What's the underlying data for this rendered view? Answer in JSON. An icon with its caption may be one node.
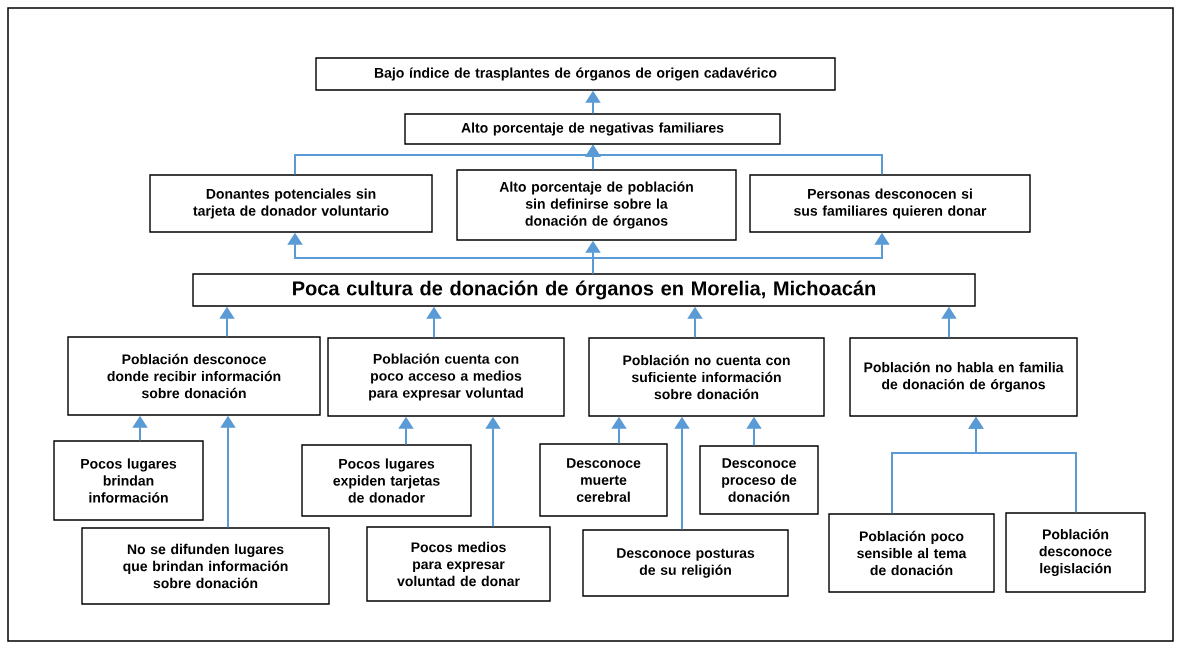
{
  "diagram": {
    "nodes": [
      {
        "text": [
          "Bajo índice de trasplantes de órganos de origen cadavérico"
        ]
      },
      {
        "text": [
          "Alto porcentaje de negativas familiares"
        ]
      },
      {
        "text": [
          "Donantes potenciales sin tarjeta de donador voluntario"
        ]
      },
      {
        "text": [
          "Alto porcentaje de población sin definirse sobre la donación de órganos"
        ]
      },
      {
        "text": [
          "Personas desconocen si sus familiares quieren donar"
        ]
      },
      {
        "text": [
          "Poca cultura de donación de órganos en Morelia, Michoacán"
        ]
      },
      {
        "text": [
          "Población desconoce donde recibir información sobre donación"
        ]
      },
      {
        "text": [
          "Población cuenta con poco acceso a medios para expresar voluntad"
        ]
      },
      {
        "text": [
          "Población no cuenta con suficiente información sobre donación"
        ]
      },
      {
        "text": [
          "Población no habla en familia de donación de órganos"
        ]
      },
      {
        "text": [
          "Pocos lugares brindan información"
        ]
      },
      {
        "text": [
          "No se difunden lugares que brindan información sobre donación"
        ]
      },
      {
        "text": [
          "Pocos lugares expiden tarjetas de donador"
        ]
      },
      {
        "text": [
          "Pocos medios para expresar voluntad de donar"
        ]
      },
      {
        "text": [
          "Desconoce muerte cerebral"
        ]
      },
      {
        "text": [
          "Desconoce posturas de su religión"
        ]
      },
      {
        "text": [
          "Desconoce proceso de donación"
        ]
      },
      {
        "text": [
          "Población poco sensible al tema de donación"
        ]
      },
      {
        "text": [
          "Población desconoce legislación"
        ]
      }
    ],
    "edges": [
      {
        "from": 1,
        "to": 0,
        "arrow": "to"
      },
      {
        "from": 2,
        "to": 1,
        "arrow": "to"
      },
      {
        "from": 3,
        "to": 1,
        "arrow": "to"
      },
      {
        "from": 4,
        "to": 1,
        "arrow": "to"
      },
      {
        "from": 5,
        "to": 2,
        "arrow": "to"
      },
      {
        "from": 5,
        "to": 3,
        "arrow": "to"
      },
      {
        "from": 5,
        "to": 4,
        "arrow": "to"
      },
      {
        "from": 6,
        "to": 5,
        "arrow": "to"
      },
      {
        "from": 7,
        "to": 5,
        "arrow": "to"
      },
      {
        "from": 8,
        "to": 5,
        "arrow": "to"
      },
      {
        "from": 9,
        "to": 5,
        "arrow": "to"
      },
      {
        "from": 10,
        "to": 6,
        "arrow": "to"
      },
      {
        "from": 11,
        "to": 6,
        "arrow": "to"
      },
      {
        "from": 12,
        "to": 7,
        "arrow": "to"
      },
      {
        "from": 13,
        "to": 7,
        "arrow": "to"
      },
      {
        "from": 14,
        "to": 8,
        "arrow": "to"
      },
      {
        "from": 15,
        "to": 8,
        "arrow": "to"
      },
      {
        "from": 16,
        "to": 8,
        "arrow": "to"
      },
      {
        "from": 17,
        "to": 9,
        "arrow": "to"
      },
      {
        "from": 18,
        "to": 9,
        "arrow": "to"
      }
    ]
  }
}
